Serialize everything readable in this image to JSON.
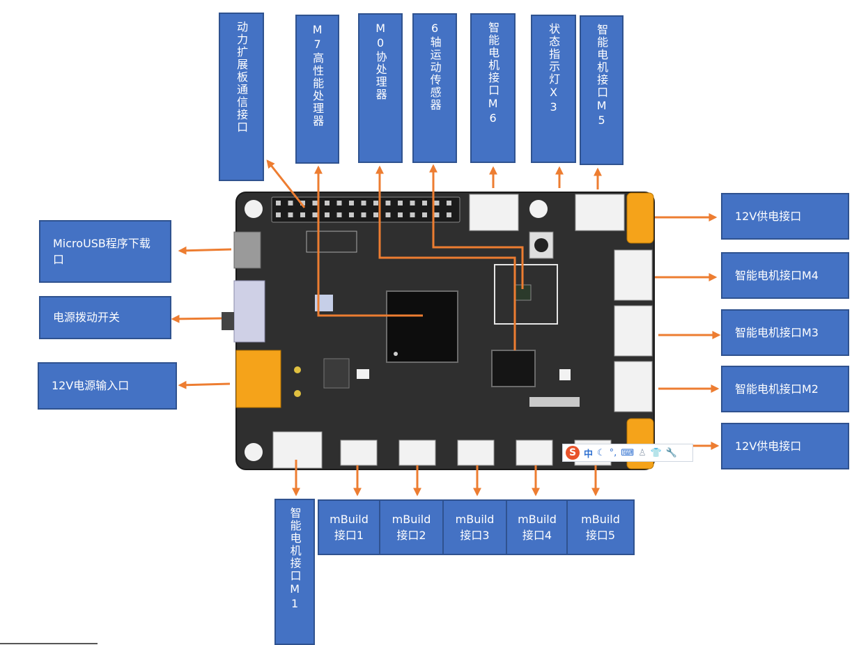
{
  "colors": {
    "label_fill": "#4472C4",
    "label_border": "#2F528F",
    "arrow": "#ED7D31",
    "board": "#2f2f2f",
    "connector_orange": "#F5A31A"
  },
  "top_labels": [
    "动力扩展板通信接口",
    "M7高性能处理器",
    "M0协处理器",
    "6轴运动传感器",
    "智能电机接口M6",
    "状态指示灯X3",
    "智能电机接口M5"
  ],
  "left_labels": [
    "MicroUSB程序下载\n口",
    "电源拨动开关",
    "12V电源输入口"
  ],
  "right_labels": [
    "12V供电接口",
    "智能电机接口M4",
    "智能电机接口M3",
    "智能电机接口M2",
    "12V供电接口"
  ],
  "bottom_labels": [
    "智能电机接口M1",
    "mBuild\n接口1",
    "mBuild\n接口2",
    "mBuild\n接口3",
    "mBuild\n接口4",
    "mBuild\n接口5"
  ],
  "ime_toolbar": {
    "logo": "S",
    "mode": "中",
    "icons": [
      "moon-icon",
      "punctuation-icon",
      "keyboard-icon",
      "user-icon",
      "skin-icon",
      "wrench-icon"
    ]
  }
}
